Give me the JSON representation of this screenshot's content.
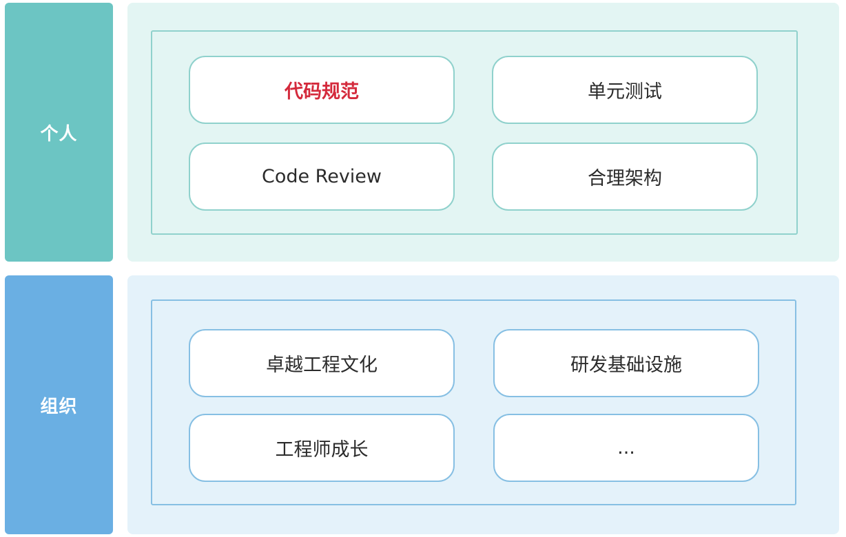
{
  "colors": {
    "personal_label_bg": "#6cc5c3",
    "personal_panel_bg": "#e3f5f3",
    "org_label_bg": "#6aafe3",
    "org_panel_bg": "#e4f2fa",
    "highlight_text": "#d42a3c"
  },
  "personal": {
    "label": "个人",
    "items": [
      "代码规范",
      "单元测试",
      "Code Review",
      "合理架构"
    ],
    "highlighted_item": "代码规范"
  },
  "organization": {
    "label": "组织",
    "items": [
      "卓越工程文化",
      "研发基础设施",
      "工程师成长",
      "..."
    ]
  }
}
